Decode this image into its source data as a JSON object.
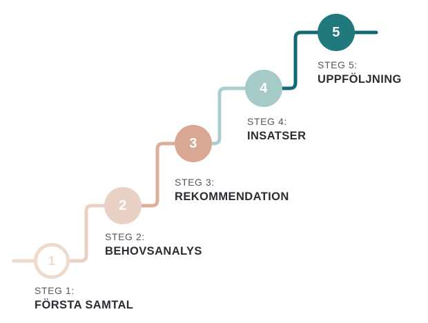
{
  "diagram": {
    "background": "#ffffff",
    "theme": {
      "label_color": "#55575a",
      "title_color": "#2b2d33",
      "digit_color": "#ffffff"
    },
    "steps": [
      {
        "number": "1",
        "label": "STEG 1:",
        "title": "FÖRSTA SAMTAL",
        "color": "#eddbcd",
        "variant": "outline"
      },
      {
        "number": "2",
        "label": "STEG 2:",
        "title": "BEHOVSANALYS",
        "color": "#e9d1c6",
        "variant": "filled"
      },
      {
        "number": "3",
        "label": "STEG 3:",
        "title": "REKOMMENDATION",
        "color": "#d9a895",
        "variant": "filled"
      },
      {
        "number": "4",
        "label": "STEG 4:",
        "title": "INSATSER",
        "color": "#a6cac8",
        "variant": "filled"
      },
      {
        "number": "5",
        "label": "STEG 5:",
        "title": "UPPFÖLJNING",
        "color": "#1f797d",
        "variant": "filled"
      }
    ],
    "connectors": {
      "start_tail": {
        "color": "#eddbcd"
      },
      "s1_s2": {
        "color": "#e9d1c6"
      },
      "s2_s3": {
        "color": "#dcae9c"
      },
      "s3_s4": {
        "color": "#a9cecd"
      },
      "s4_s5": {
        "color": "#136872"
      },
      "end_tail": {
        "color": "#136872"
      }
    }
  }
}
